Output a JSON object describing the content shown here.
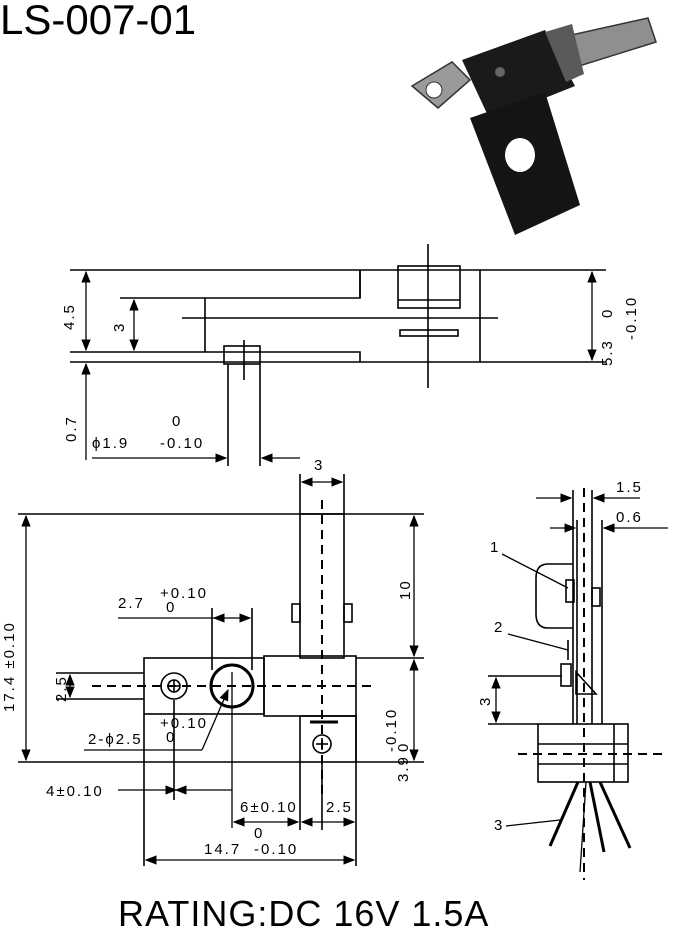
{
  "title": "LS-007-01",
  "rating": "RATING:DC 16V 1.5A",
  "top_view": {
    "dim_height_outer": "4.5",
    "dim_height_inner": "3",
    "dim_thickness": "0.7",
    "dim_pin_dia": "ϕ1.9",
    "dim_pin_dia_tol_upper": "0",
    "dim_pin_dia_tol_lower": "-0.10",
    "dim_body_height": "5.3",
    "dim_body_height_tol_upper": "0",
    "dim_body_height_tol_lower": "-0.10"
  },
  "front_view": {
    "dim_top_width": "3",
    "dim_total_height": "17.4 ±0.10",
    "dim_upper_len": "10",
    "dim_hole_dist": "2.7",
    "dim_hole_dist_tol_upper": "+0.10",
    "dim_hole_dist_tol_lower": "0",
    "dim_side_height": "2.5",
    "dim_holes": "2-ϕ2.5",
    "dim_holes_tol_upper": "+0.10",
    "dim_holes_tol_lower": "0",
    "dim_lower_len": "3.9",
    "dim_lower_len_tol_upper": "0",
    "dim_lower_len_tol_lower": "-0.10",
    "dim_left_offset": "4±0.10",
    "dim_mid": "6±0.10",
    "dim_right": "2.5",
    "dim_total_width": "14.7",
    "dim_total_width_tol_upper": "0",
    "dim_total_width_tol_lower": "-0.10"
  },
  "side_view": {
    "dim_a": "1.5",
    "dim_b": "0.6",
    "dim_c": "3",
    "callout_1": "1",
    "callout_2": "2",
    "callout_3": "3"
  }
}
